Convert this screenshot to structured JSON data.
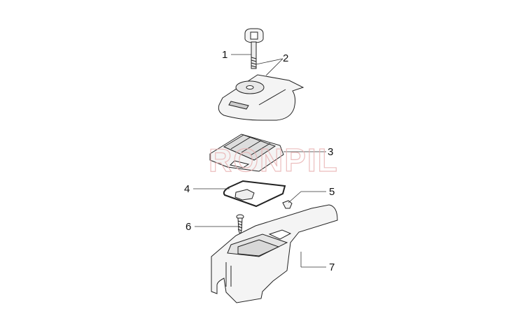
{
  "diagram": {
    "type": "exploded-parts-view",
    "watermark": "RONPIL",
    "colors": {
      "line": "#222222",
      "fill": "#f4f4f4",
      "watermark": "#e9b3b3",
      "background": "#ffffff"
    },
    "callouts": [
      {
        "number": "1",
        "part": "knob-bolt"
      },
      {
        "number": "2",
        "part": "air-filter-cover"
      },
      {
        "number": "3",
        "part": "air-filter-element"
      },
      {
        "number": "4",
        "part": "filter-gasket"
      },
      {
        "number": "5",
        "part": "clip-nut"
      },
      {
        "number": "6",
        "part": "screw"
      },
      {
        "number": "7",
        "part": "top-housing-cover"
      }
    ]
  }
}
